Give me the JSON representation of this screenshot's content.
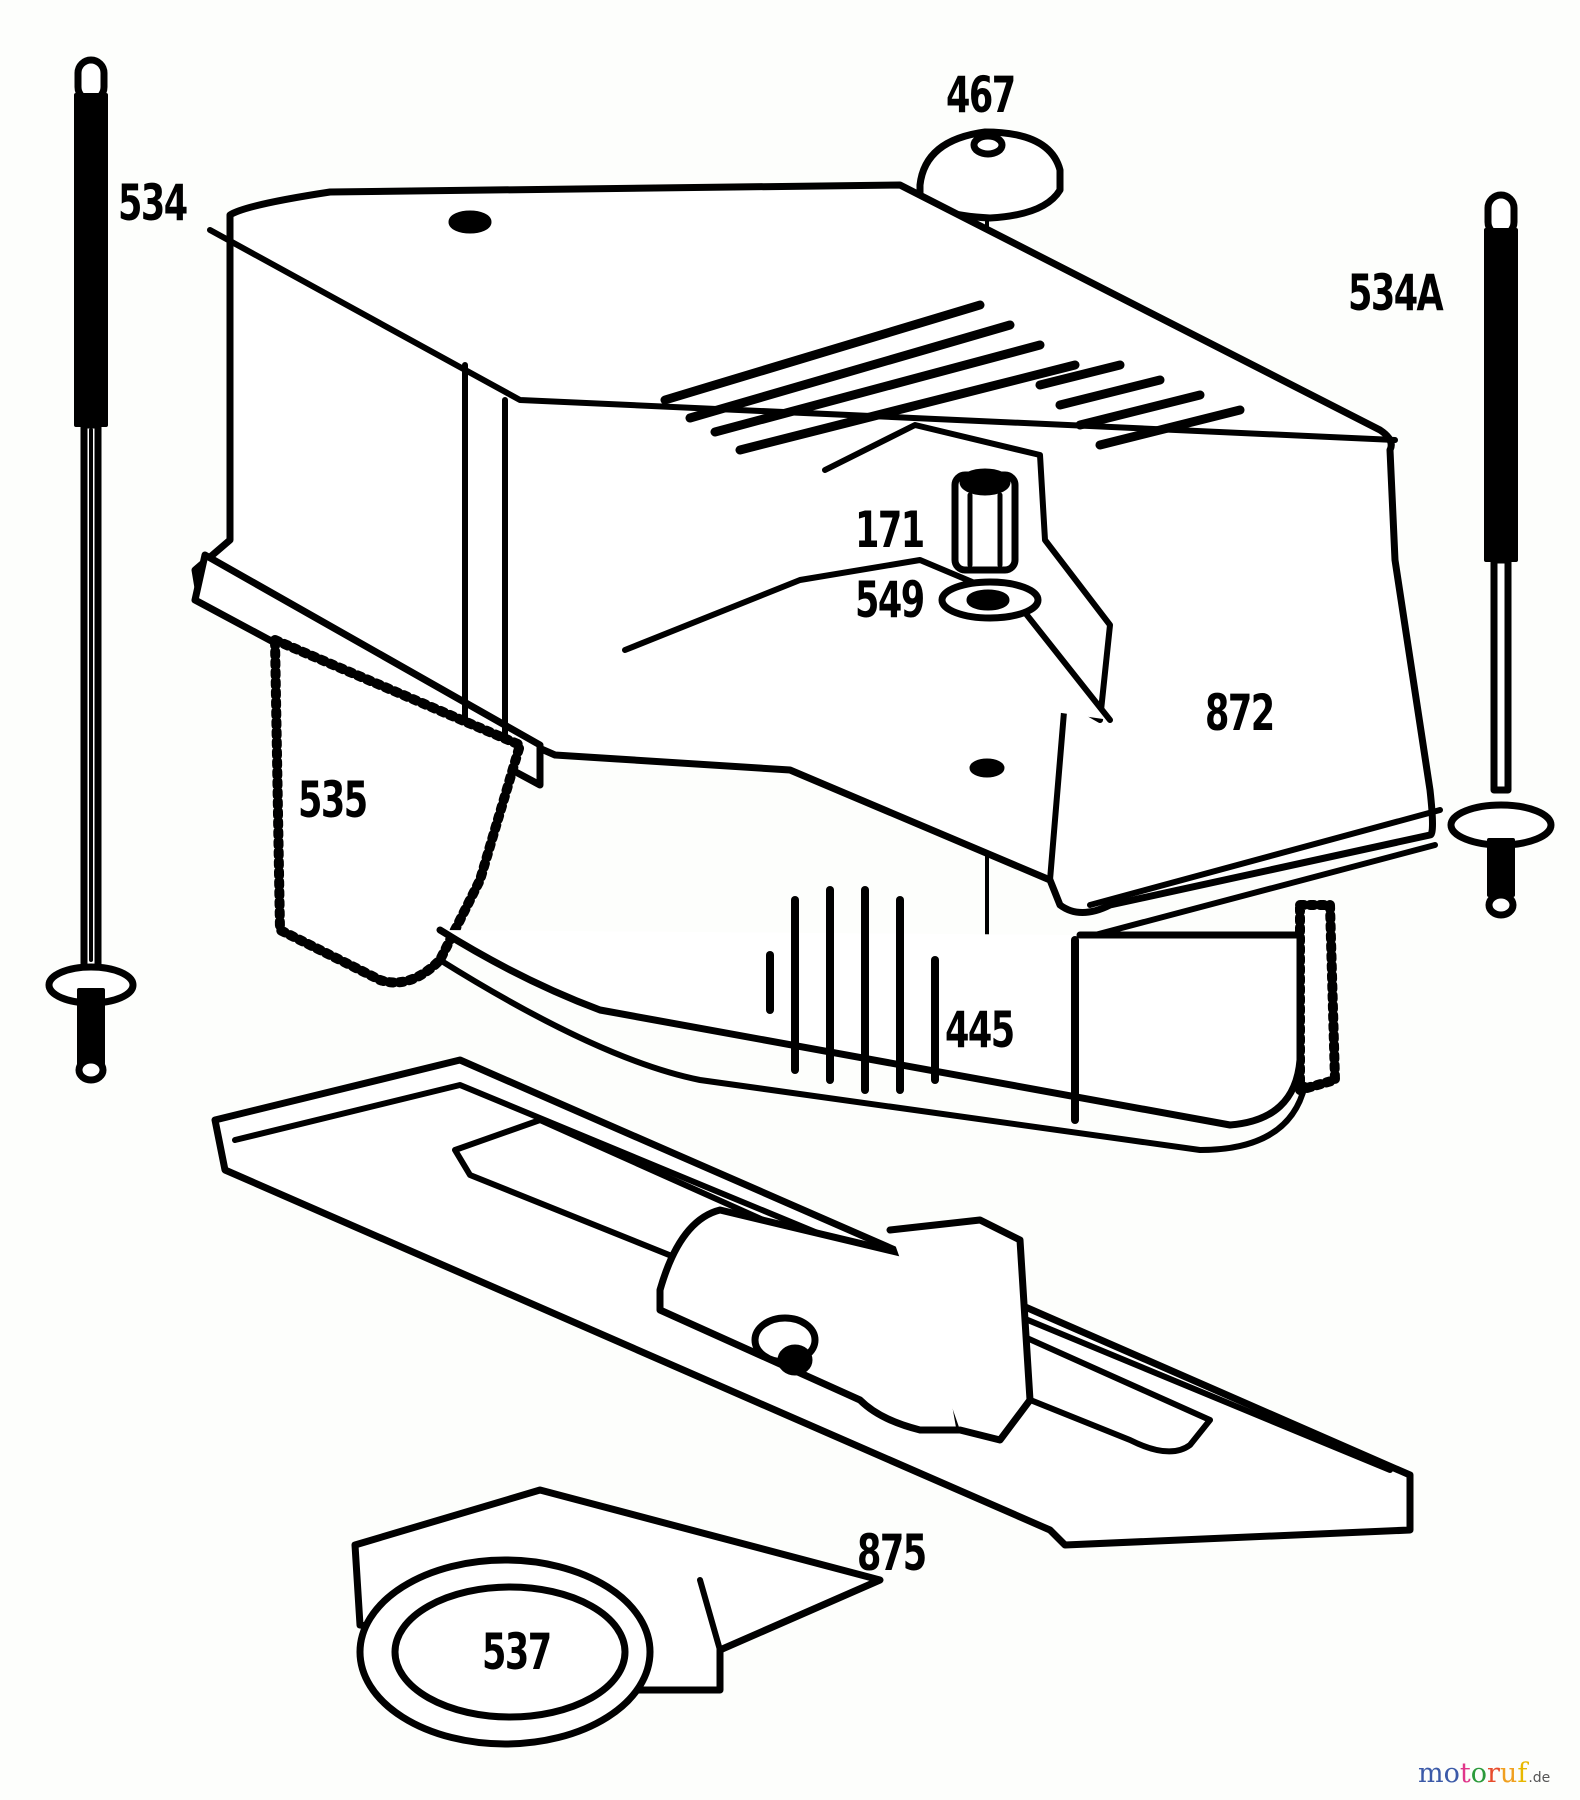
{
  "diagram": {
    "type": "exploded parts diagram",
    "subject": "air cleaner assembly",
    "parts": [
      {
        "id": "467",
        "label": "467",
        "desc": "wing nut / knob"
      },
      {
        "id": "534",
        "label": "534",
        "desc": "long stud bolt (left)"
      },
      {
        "id": "534A",
        "label": "534A",
        "desc": "long stud bolt (right)"
      },
      {
        "id": "171",
        "label": "171",
        "desc": "spacer nut"
      },
      {
        "id": "549",
        "label": "549",
        "desc": "washer"
      },
      {
        "id": "872",
        "label": "872",
        "desc": "air cleaner cover"
      },
      {
        "id": "535",
        "label": "535",
        "desc": "foam element"
      },
      {
        "id": "445",
        "label": "445",
        "desc": "paper cartridge filter"
      },
      {
        "id": "875",
        "label": "875",
        "desc": "air cleaner base"
      },
      {
        "id": "537",
        "label": "537",
        "desc": "gasket"
      }
    ]
  },
  "watermark": {
    "letters": [
      "m",
      "o",
      "t",
      "o",
      "r",
      "u",
      "f"
    ],
    "colors": [
      "#3b5aa8",
      "#3b5aa8",
      "#e0368a",
      "#2a9a3a",
      "#e74c2c",
      "#f0a020",
      "#e8b800"
    ],
    "tld": ".de"
  }
}
